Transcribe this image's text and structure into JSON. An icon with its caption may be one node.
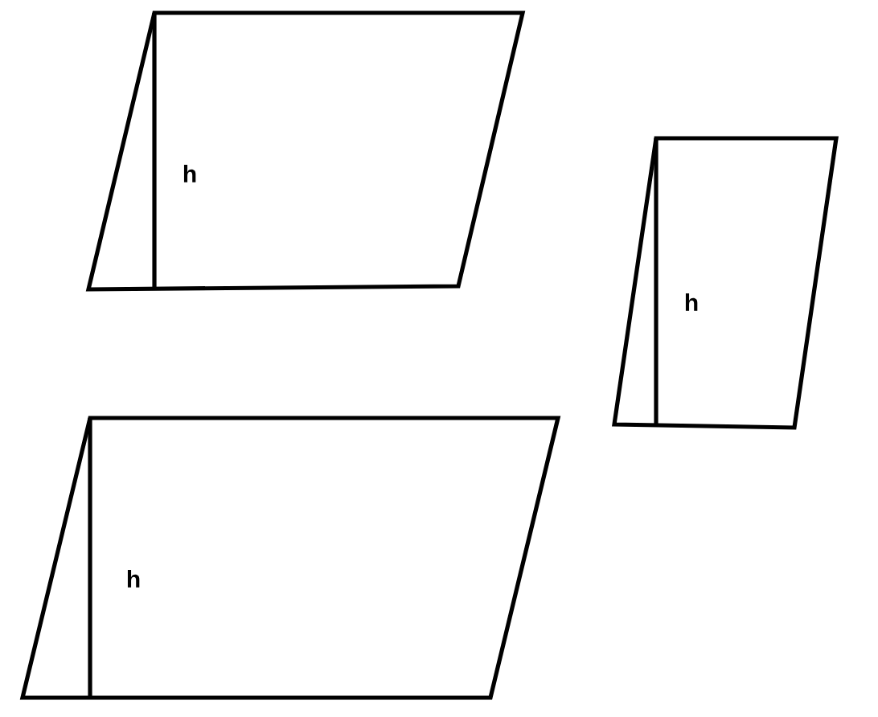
{
  "diagram": {
    "nodes": [
      {
        "text": [
          "h"
        ]
      },
      {
        "text": [
          "h"
        ]
      },
      {
        "text": [
          "h"
        ]
      }
    ]
  }
}
